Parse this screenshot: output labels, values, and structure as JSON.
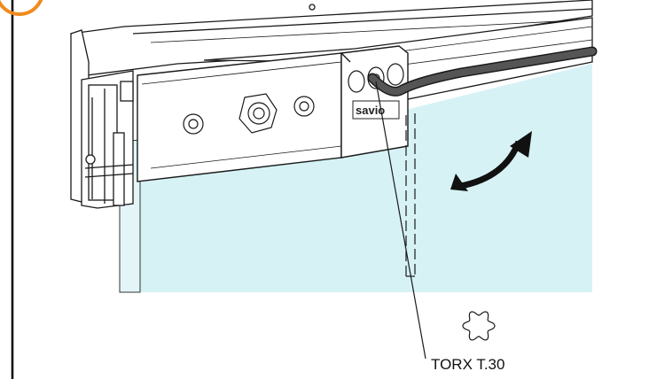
{
  "diagram": {
    "callout": {
      "label": "TORX T.30",
      "icon": "torx-star-icon"
    },
    "brand_logo": {
      "text": "savio",
      "is_graphic": true
    },
    "step_marker": {
      "color": "#f08a1c"
    },
    "colors": {
      "glass": "#d6f2f5",
      "outline": "#1a1a1a",
      "profile_fill": "#ffffff",
      "tool": "#3a3a3a",
      "frame_border": "#000000"
    },
    "rotation_arrow": {
      "direction": "clockwise-up"
    }
  }
}
